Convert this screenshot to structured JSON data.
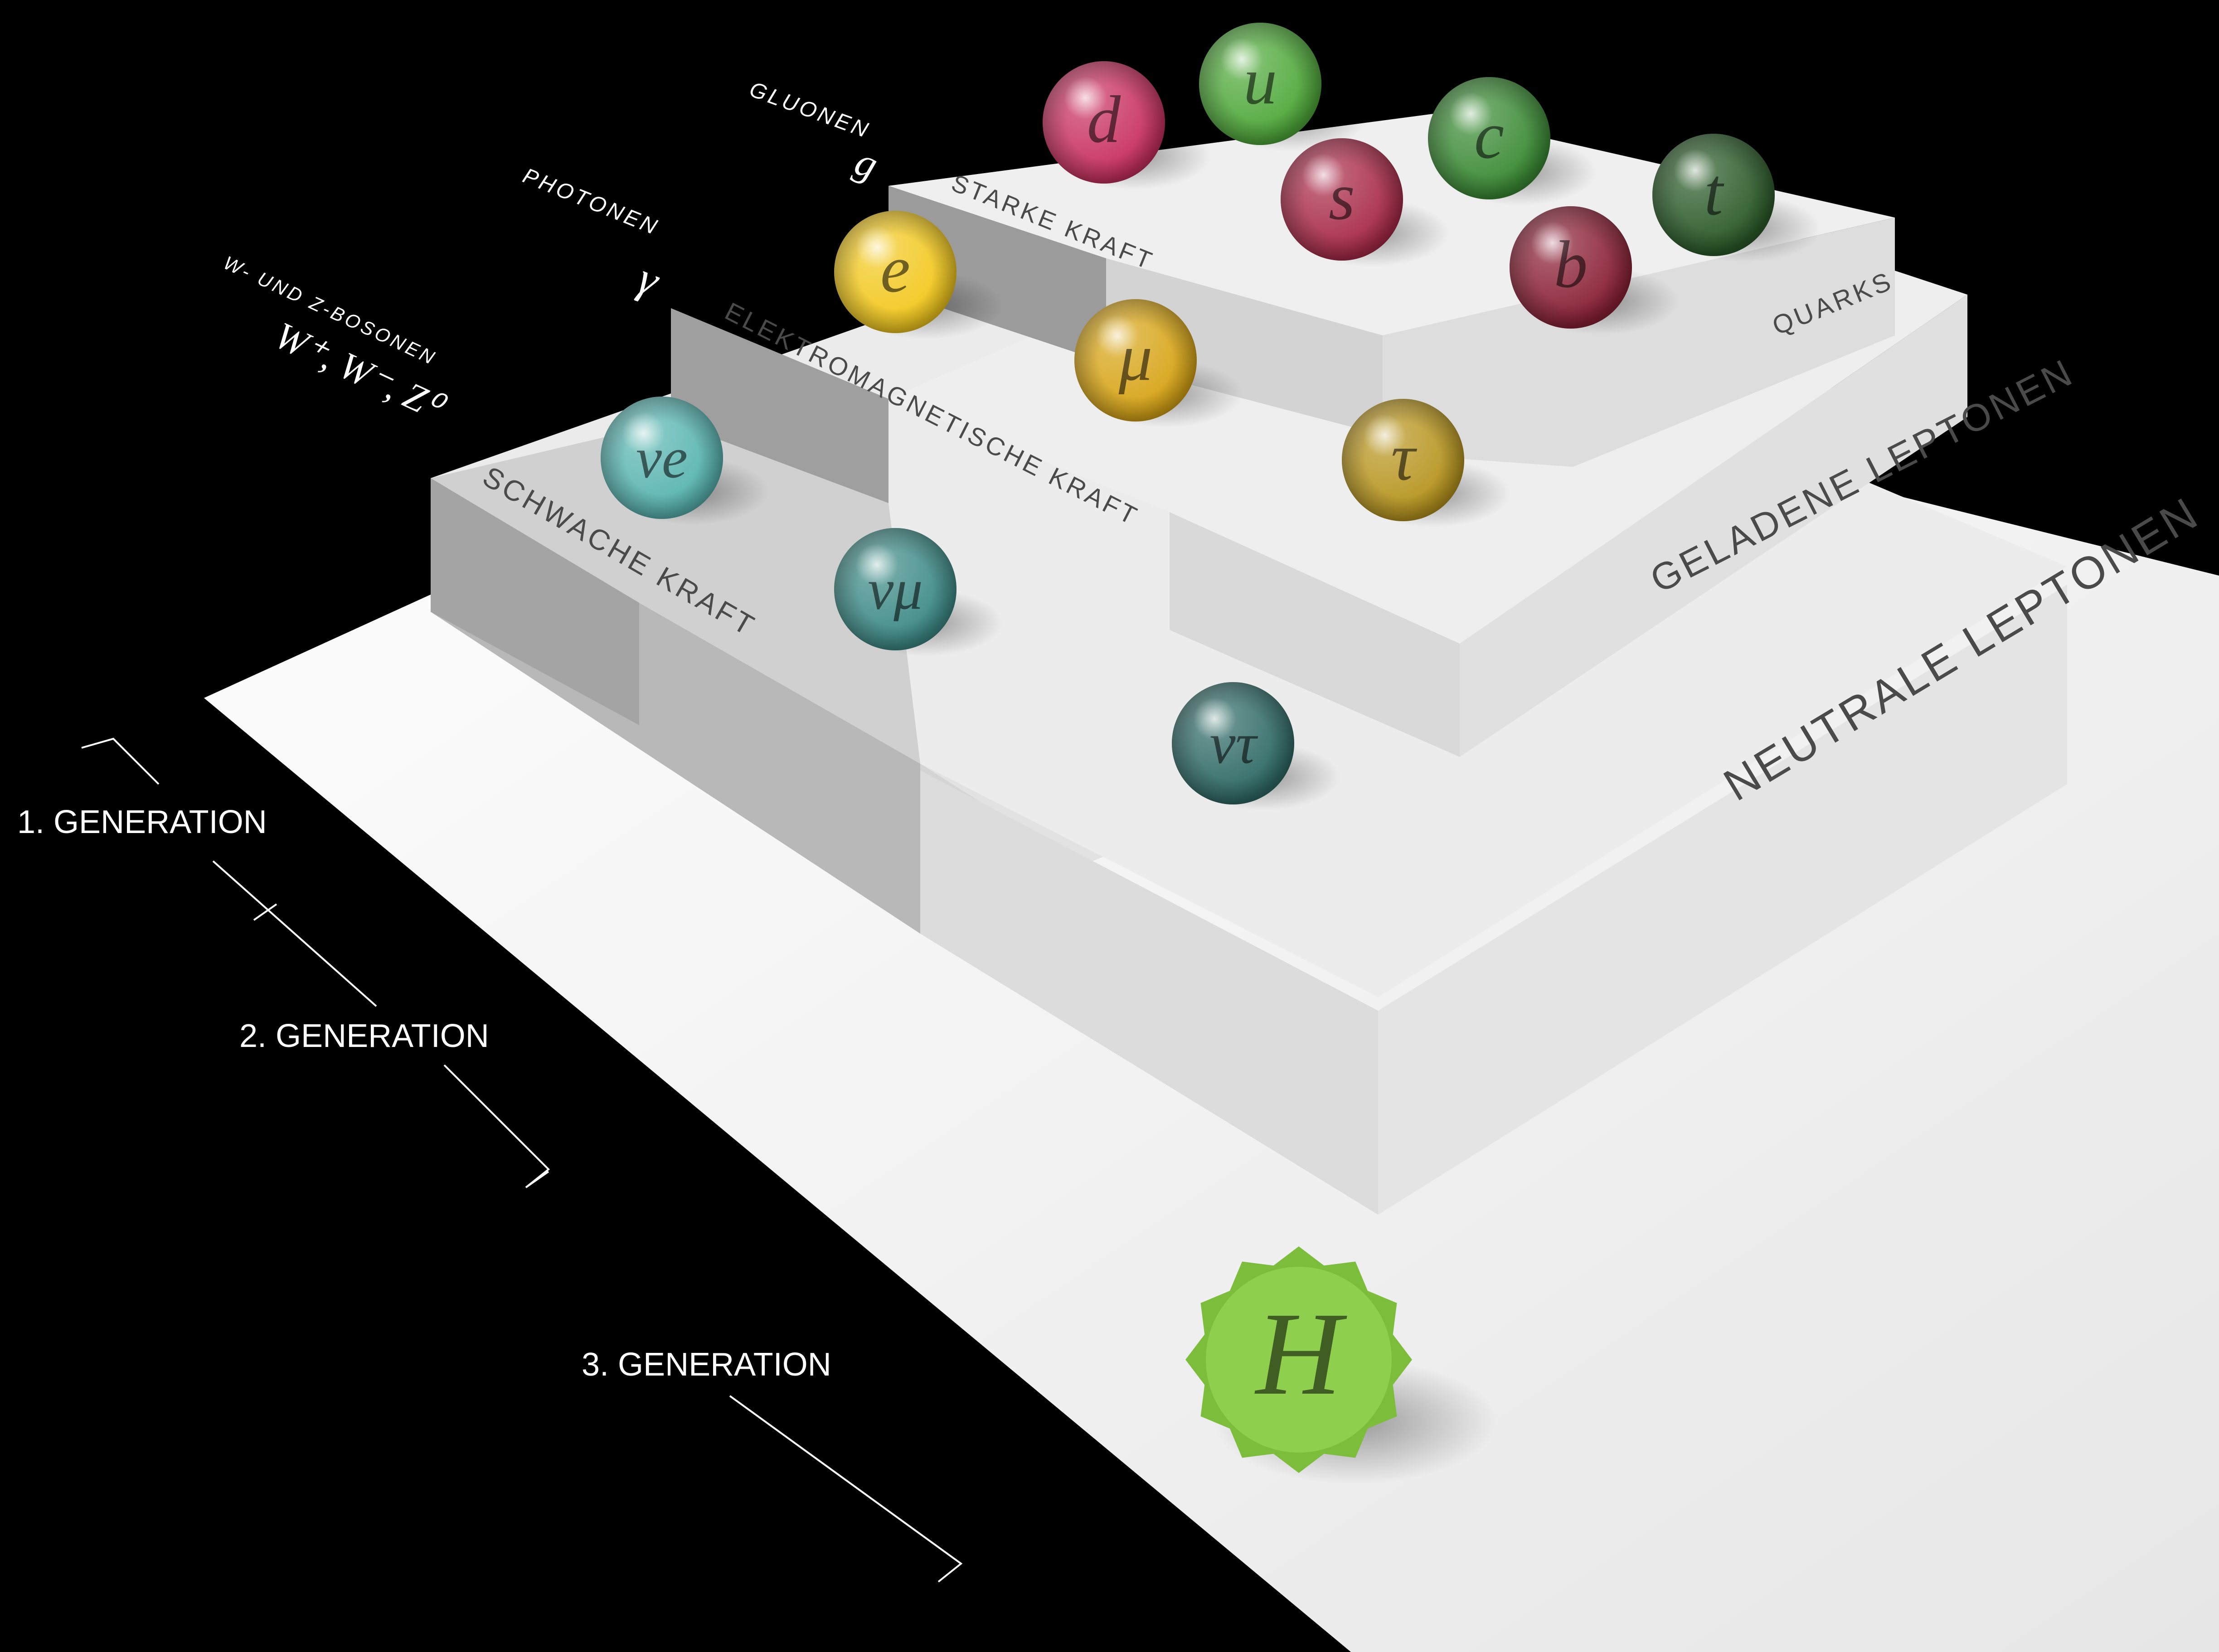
{
  "diagram": {
    "generations": [
      "1. GENERATION",
      "2. GENERATION",
      "3. GENERATION"
    ],
    "forces": {
      "weak_force": "SCHWACHE KRAFT",
      "em_force": "ELEKTROMAGNETISCHE KRAFT",
      "strong_force": "STARKE KRAFT"
    },
    "categories": {
      "quarks": "QUARKS",
      "charged_leptons": "GELADENE LEPTONEN",
      "neutral_leptons": "NEUTRALE LEPTONEN"
    },
    "bosons": {
      "gluons_label": "GLUONEN",
      "gluons_symbol": "g",
      "photons_label": "PHOTONEN",
      "photons_symbol": "γ",
      "wz_label": "W- UND Z-BOSONEN",
      "wz_symbol": "W⁺, W⁻, Z⁰"
    },
    "particles": [
      {
        "id": "u",
        "symbol": "u",
        "color": "#4fa83a"
      },
      {
        "id": "d",
        "symbol": "d",
        "color": "#c8305e"
      },
      {
        "id": "c",
        "symbol": "c",
        "color": "#3a8a34"
      },
      {
        "id": "s",
        "symbol": "s",
        "color": "#a82a48"
      },
      {
        "id": "t",
        "symbol": "t",
        "color": "#2a5a28"
      },
      {
        "id": "b",
        "symbol": "b",
        "color": "#8a2035"
      },
      {
        "id": "e",
        "symbol": "e",
        "color": "#f2c81e"
      },
      {
        "id": "mu",
        "symbol": "μ",
        "color": "#d7a416"
      },
      {
        "id": "tau",
        "symbol": "τ",
        "color": "#b7941e"
      },
      {
        "id": "nue",
        "symbol": "νe",
        "color": "#58b4b0"
      },
      {
        "id": "numu",
        "symbol": "νμ",
        "color": "#3d8a86"
      },
      {
        "id": "nutau",
        "symbol": "ντ",
        "color": "#2f6a66"
      },
      {
        "id": "higgs",
        "symbol": "H",
        "color": "#7cbd3c"
      }
    ]
  }
}
